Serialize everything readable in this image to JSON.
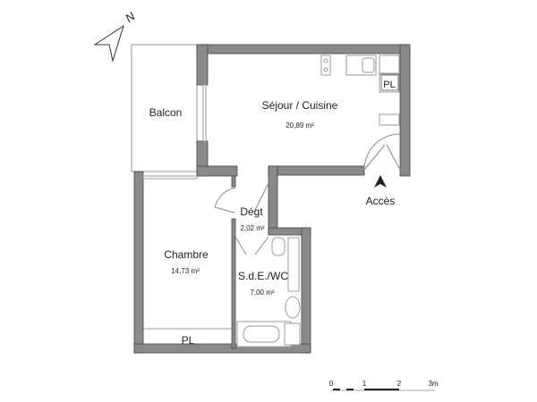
{
  "plan": {
    "rooms": [
      {
        "name": "Balcon",
        "area": ""
      },
      {
        "name": "Séjour / Cuisine",
        "area": "20,89 m²"
      },
      {
        "name": "Dégt",
        "area": "2,02 m²"
      },
      {
        "name": "Chambre",
        "area": "14,73 m²"
      },
      {
        "name": "S.d.E./WC",
        "area": "7,00 m²"
      }
    ],
    "closets": [
      "PL",
      "PL"
    ],
    "entrance_label": "Accès",
    "scale_bar": {
      "ticks": [
        "0",
        "1",
        "2",
        "3m"
      ]
    },
    "north_label": "N",
    "wall_color": "#8a8a8a"
  }
}
